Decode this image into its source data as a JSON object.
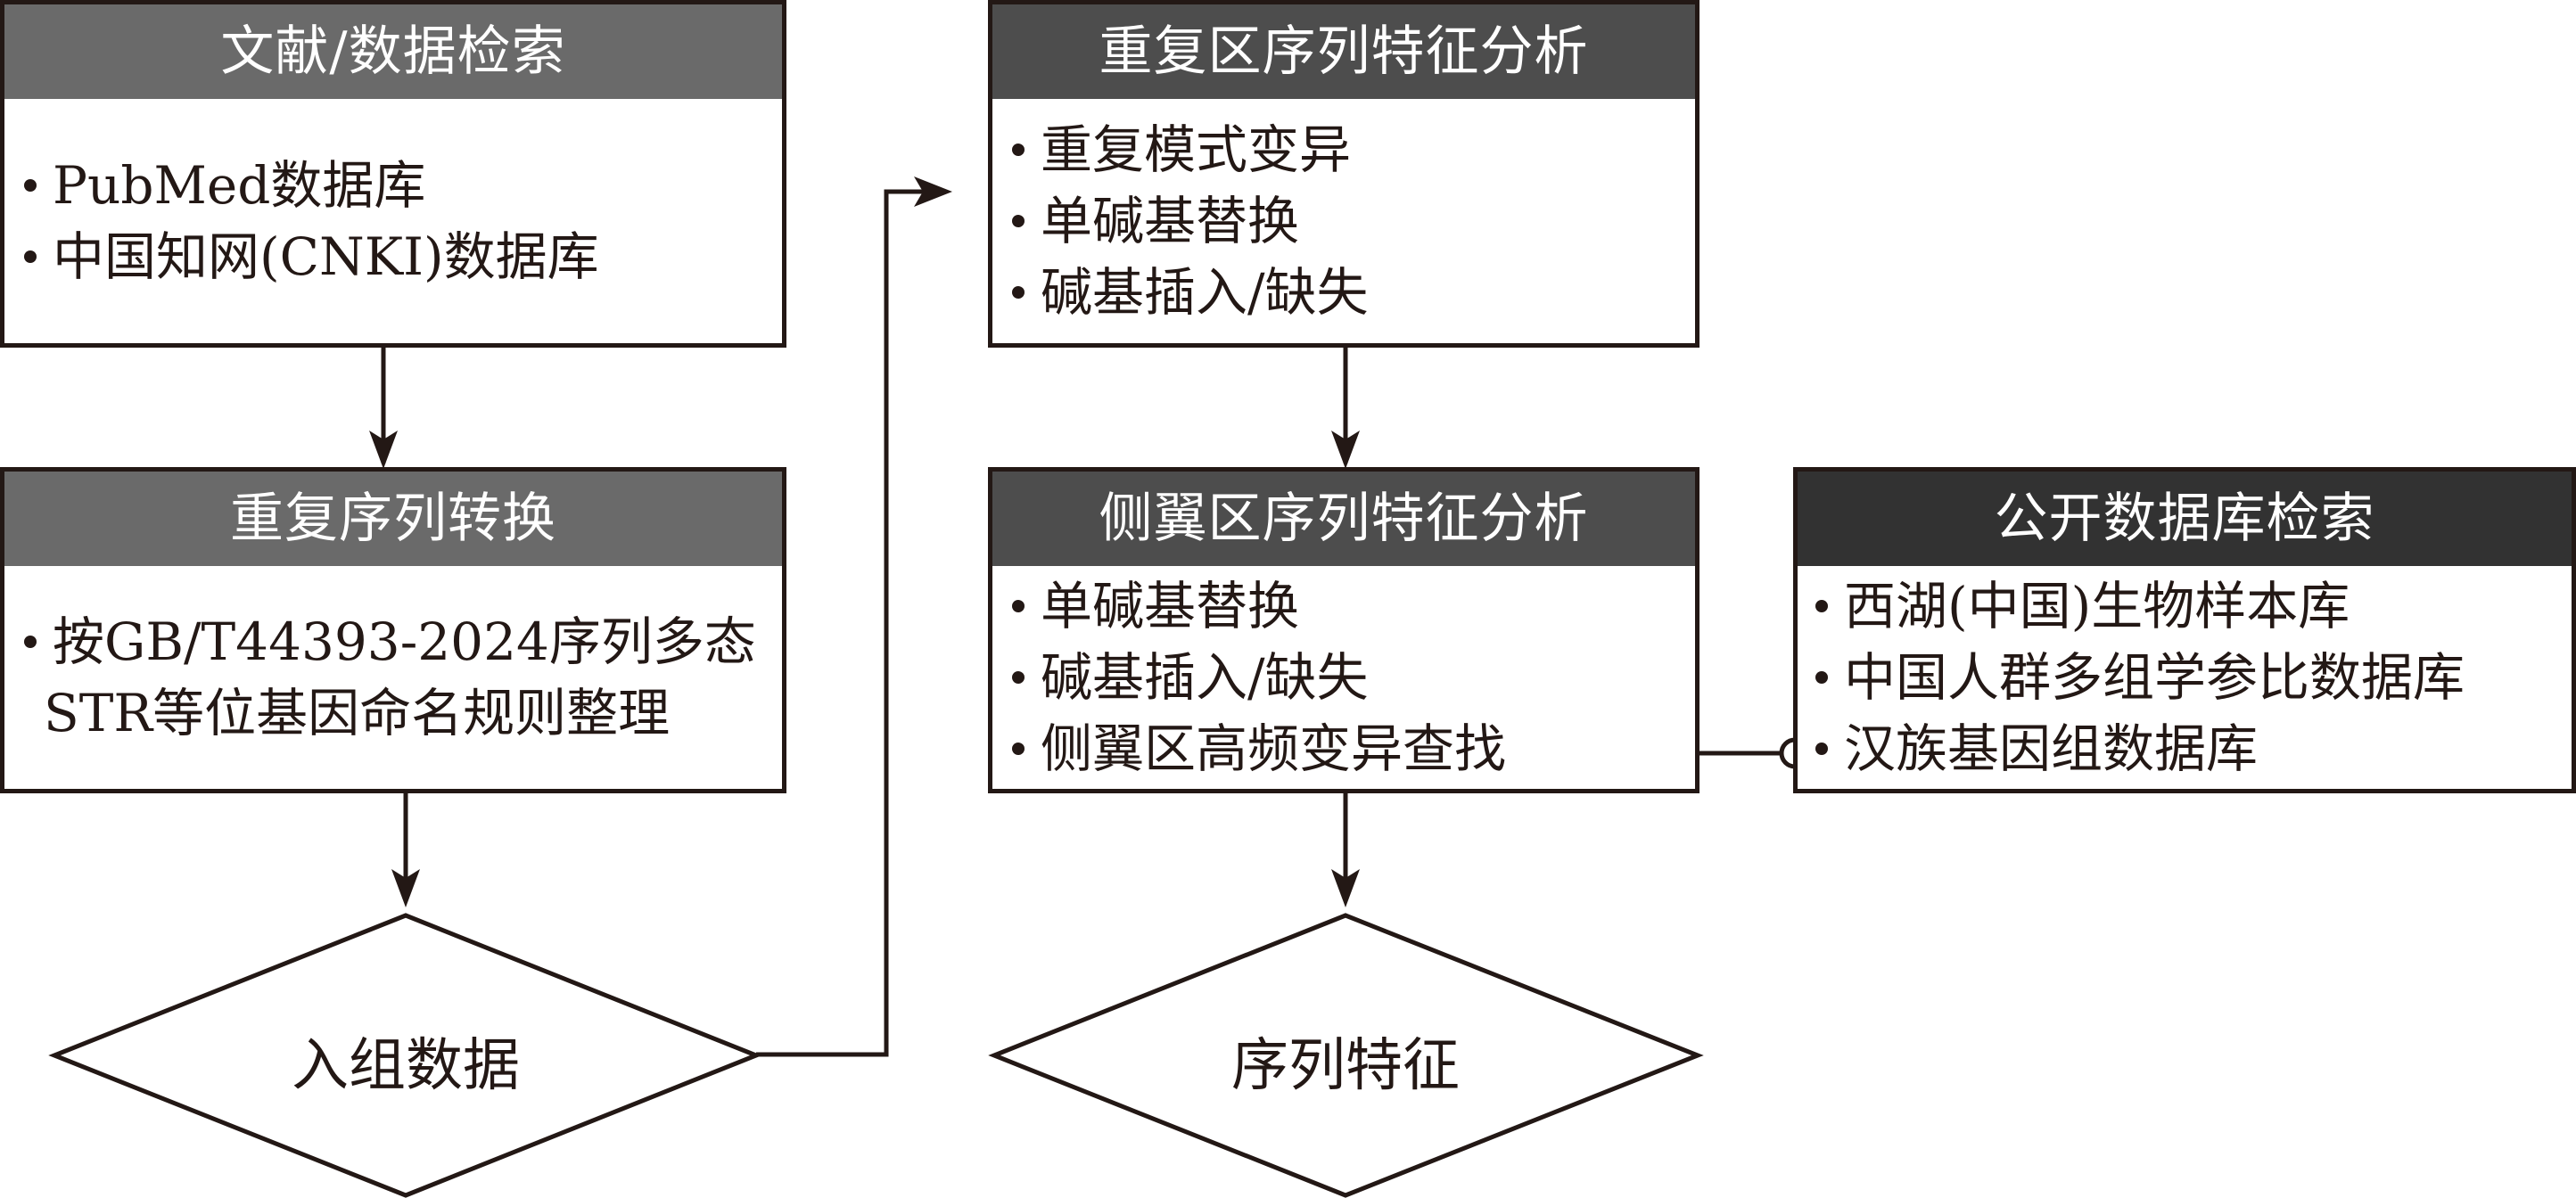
{
  "nodes": {
    "literature_search": {
      "title": "文献/数据检索",
      "items": [
        "PubMed数据库",
        "中国知网(CNKI)数据库"
      ]
    },
    "repeat_conversion": {
      "title": "重复序列转换",
      "items": [
        "按GB/T44393-2024序列多态",
        "STR等位基因命名规则整理"
      ]
    },
    "enrolled_data": {
      "label": "入组数据"
    },
    "repeat_region_analysis": {
      "title": "重复区序列特征分析",
      "items": [
        "重复模式变异",
        "单碱基替换",
        "碱基插入/缺失"
      ]
    },
    "flanking_region_analysis": {
      "title": "侧翼区序列特征分析",
      "items": [
        "单碱基替换",
        "碱基插入/缺失",
        "侧翼区高频变异查找"
      ]
    },
    "public_db_search": {
      "title": "公开数据库检索",
      "items": [
        "西湖(中国)生物样本库",
        "中国人群多组学参比数据库",
        "汉族基因组数据库"
      ]
    },
    "sequence_features": {
      "label": "序列特征"
    }
  },
  "colors": {
    "line": "#231815",
    "header_light": "#6a6a6a",
    "header_mid": "#4d4d4d",
    "header_dark": "#323232"
  }
}
